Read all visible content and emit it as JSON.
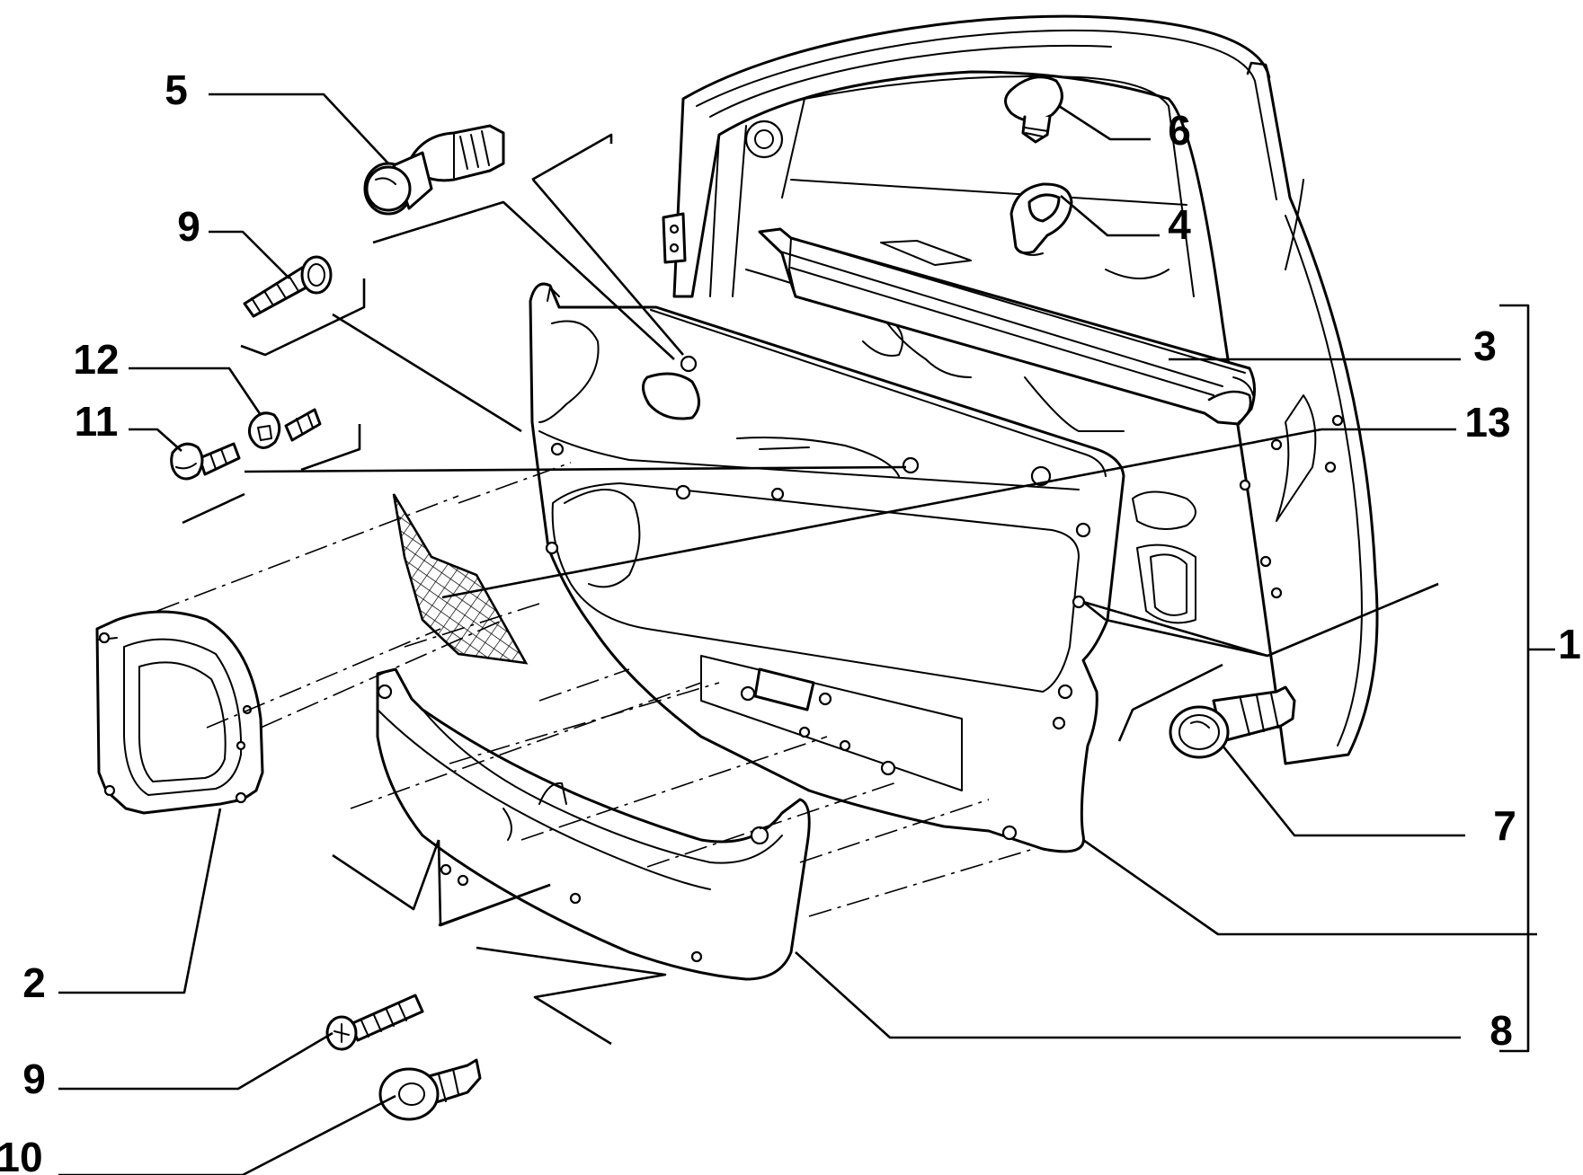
{
  "diagram": {
    "type": "exploded parts diagram",
    "callouts": [
      {
        "id": "c5",
        "label": "5"
      },
      {
        "id": "c6",
        "label": "6"
      },
      {
        "id": "c4",
        "label": "4"
      },
      {
        "id": "c9a",
        "label": "9"
      },
      {
        "id": "c3",
        "label": "3"
      },
      {
        "id": "c12",
        "label": "12"
      },
      {
        "id": "c13",
        "label": "13"
      },
      {
        "id": "c11",
        "label": "11"
      },
      {
        "id": "c1",
        "label": "1"
      },
      {
        "id": "c7",
        "label": "7"
      },
      {
        "id": "c2",
        "label": "2"
      },
      {
        "id": "c8",
        "label": "8"
      },
      {
        "id": "c9b",
        "label": "9"
      },
      {
        "id": "c10",
        "label": "10"
      }
    ]
  }
}
